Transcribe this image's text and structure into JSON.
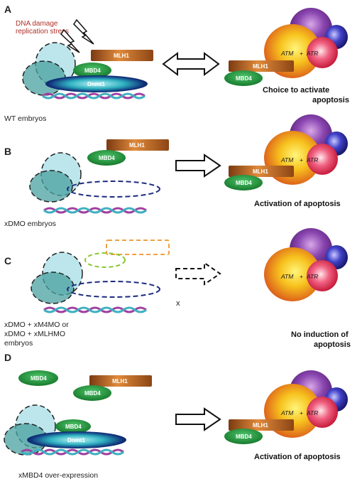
{
  "panels": {
    "a": {
      "letter": "A",
      "stress_line1": "DNA damage",
      "stress_line2": "replication stress",
      "mlh1": "MLH1",
      "mbd4": "MBD4",
      "dnmt1": "Dnmt1",
      "caption": "WT embryos",
      "right_mlh1": "MLH1",
      "right_mbd4": "MBD4",
      "atm": "ATM",
      "plus": "+",
      "atr": "ATR",
      "result_line1": "Choice to activate",
      "result_line2": "apoptosis"
    },
    "b": {
      "letter": "B",
      "mlh1": "MLH1",
      "mbd4": "MBD4",
      "caption": "xDMO embryos",
      "right_mlh1": "MLH1",
      "right_mbd4": "MBD4",
      "atm": "ATM",
      "plus": "+",
      "atr": "ATR",
      "result_line1": "Activation of apoptosis"
    },
    "c": {
      "letter": "C",
      "x_mark": "x",
      "caption_line1": "xDMO + xM4MO or",
      "caption_line2": "xDMO + xMLHMO",
      "caption_line3": "embryos",
      "atm": "ATM",
      "plus": "+",
      "atr": "ATR",
      "result_line1": "No induction of",
      "result_line2": "apoptosis"
    },
    "d": {
      "letter": "D",
      "mbd4_free": "MBD4",
      "mlh1": "MLH1",
      "mbd4": "MBD4",
      "mbd4_bound": "MBD4",
      "dnmt1": "Dnmt1",
      "caption": "xMBD4 over-expression",
      "right_mlh1": "MLH1",
      "right_mbd4": "MBD4",
      "atm": "ATM",
      "plus": "+",
      "atr": "ATR",
      "result_line1": "Activation of apoptosis"
    }
  }
}
